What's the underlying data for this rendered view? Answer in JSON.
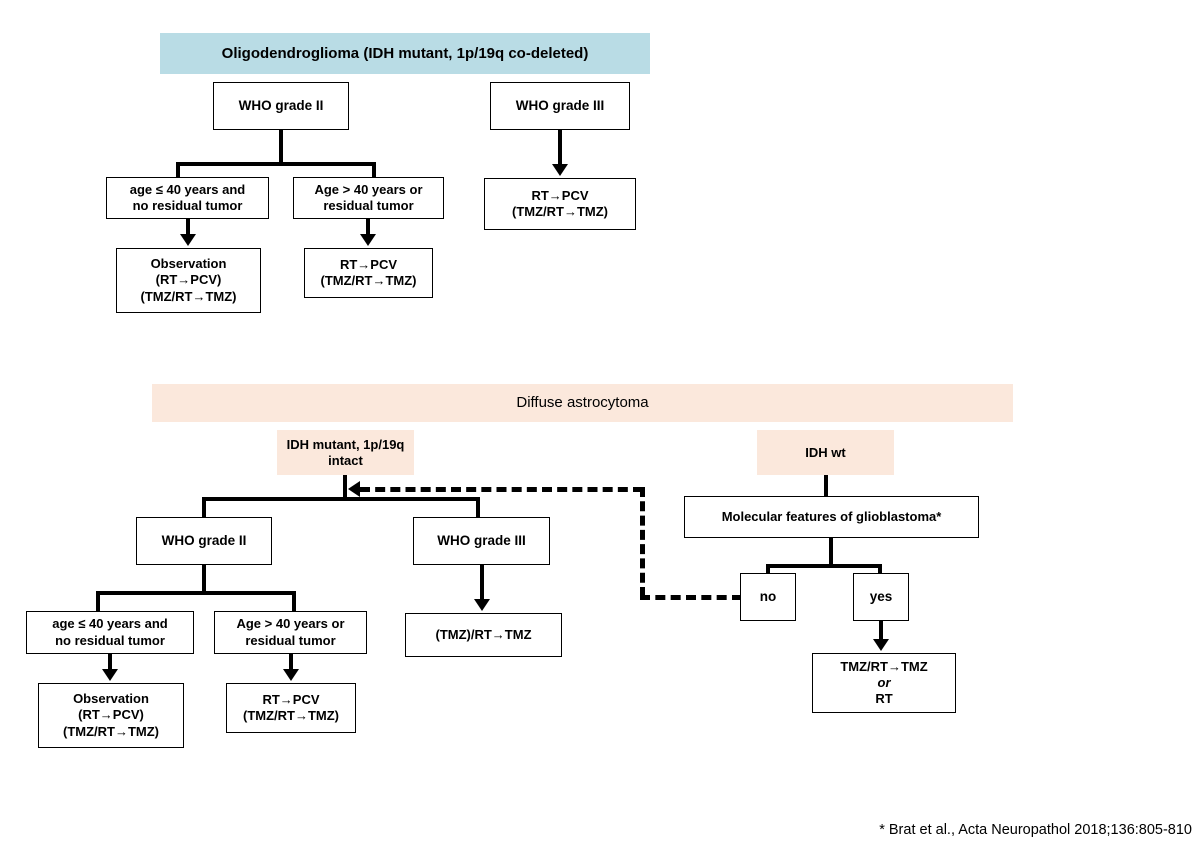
{
  "figure": {
    "title_oligo": "Oligodendroglioma\n(IDH mutant, 1p/19q co-deleted)",
    "title_astro": "Diffuse astrocytoma",
    "footnote": "* Brat et al., Acta Neuropathol 2018;136:805-810"
  },
  "colors": {
    "oligo_banner": "#b9dce5",
    "astro_banner": "#fbe8dc",
    "astro_subbanner": "#fbe8dc",
    "line": "#000000",
    "box_fill": "#ffffff"
  },
  "oligodendroglioma": {
    "banner_label": "Oligodendroglioma\n(IDH mutant, 1p/19q co-deleted)",
    "grade2": {
      "label": "WHO grade II",
      "branch_left": {
        "condition": "age ≤ 40 years and\nno residual tumor",
        "treatment": "Observation\n(RT→PCV)\n(TMZ/RT→TMZ)"
      },
      "branch_right": {
        "condition": "Age > 40 years or\nresidual tumor",
        "treatment": "RT→PCV\n(TMZ/RT→TMZ)"
      }
    },
    "grade3": {
      "label": "WHO grade III",
      "treatment": "RT→PCV\n(TMZ/RT→TMZ)"
    }
  },
  "astrocytoma": {
    "banner_label": "Diffuse astrocytoma",
    "idh_mutant": {
      "label": "IDH mutant,\n1p/19q intact",
      "grade2": {
        "label": "WHO grade II",
        "branch_left": {
          "condition": "age ≤ 40 years and\nno residual tumor",
          "treatment": "Observation\n(RT→PCV)\n(TMZ/RT→TMZ)"
        },
        "branch_right": {
          "condition": "Age > 40 years or\nresidual tumor",
          "treatment": "RT→PCV\n(TMZ/RT→TMZ)"
        }
      },
      "grade3": {
        "label": "WHO grade III",
        "treatment": "(TMZ)/RT→TMZ"
      }
    },
    "idh_wt": {
      "label": "IDH wt",
      "decision": "Molecular features of glioblastoma*",
      "option_no": "no",
      "option_yes": "yes",
      "treatment_yes_line1": "TMZ/RT→TMZ",
      "treatment_yes_line2": "or",
      "treatment_yes_line3": "RT"
    }
  }
}
